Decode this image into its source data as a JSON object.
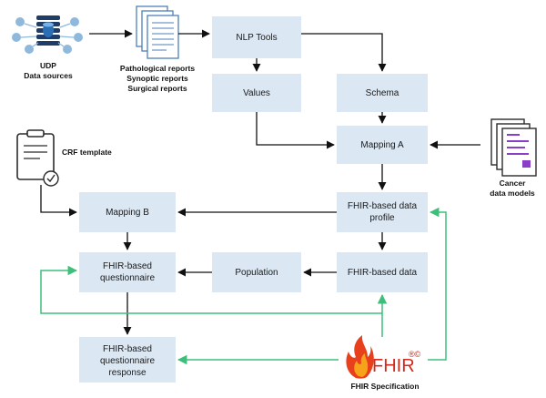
{
  "nodes": {
    "nlp_tools": "NLP Tools",
    "values": "Values",
    "schema": "Schema",
    "mapping_a": "Mapping A",
    "mapping_b": "Mapping B",
    "fhir_profile_1": "FHIR-based data",
    "fhir_profile_2": "profile",
    "fhir_data": "FHIR-based data",
    "population": "Population",
    "questionnaire_1": "FHIR-based",
    "questionnaire_2": "questionnaire",
    "response_1": "FHIR-based",
    "response_2": "questionnaire",
    "response_3": "response"
  },
  "labels": {
    "udp_1": "UDP",
    "udp_2": "Data sources",
    "reports_1": "Pathological reports",
    "reports_2": "Synoptic reports",
    "reports_3": "Surgical reports",
    "crf": "CRF template",
    "cancer_1": "Cancer",
    "cancer_2": "data models",
    "fhir_logo": "FHIR",
    "fhir_mark": "®©",
    "fhir_spec": "FHIR Specification"
  },
  "colors": {
    "box": "#dbe8f4",
    "arrow": "#111111",
    "green_arrow": "#3dbf7a",
    "fhir_flame": "#e8401c",
    "fhir_text": "#d42a1e"
  },
  "icons": [
    "database-icon",
    "documents-icon",
    "clipboard-icon",
    "data-model-icon",
    "fhir-flame-icon"
  ]
}
